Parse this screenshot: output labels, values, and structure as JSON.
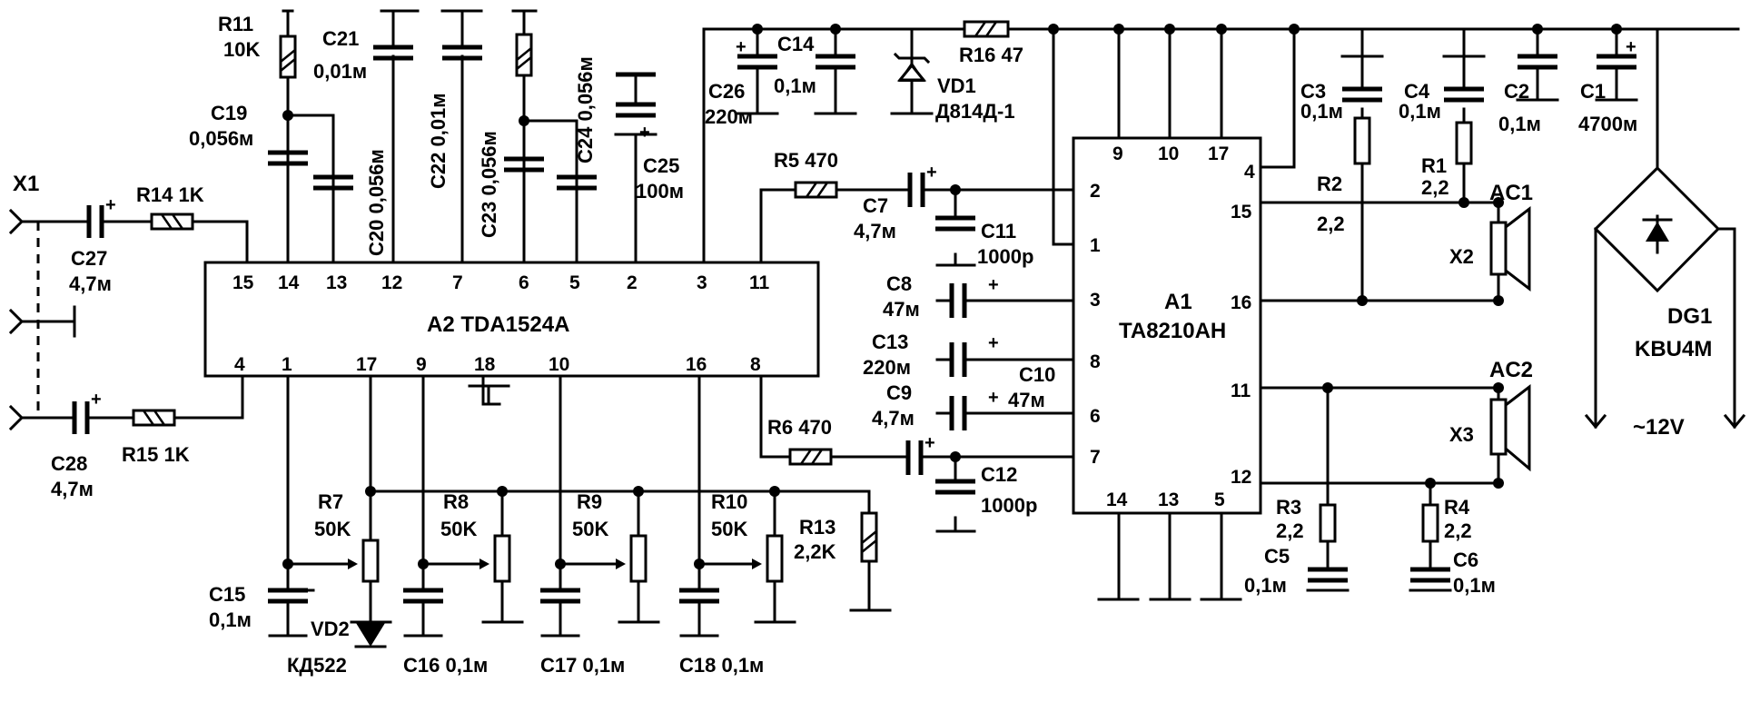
{
  "ic_a2": {
    "label": "A2 TDA1524A",
    "top_pins": [
      "15",
      "14",
      "13",
      "12",
      "7",
      "6",
      "5",
      "2",
      "3",
      "11"
    ],
    "bottom_pins": [
      "4",
      "1",
      "17",
      "9",
      "18",
      "10",
      "16",
      "8"
    ]
  },
  "ic_a1": {
    "label_1": "A1",
    "label_2": "TA8210AH",
    "top_pins": [
      "9",
      "10",
      "17",
      "4"
    ],
    "left_pins": [
      "2",
      "1",
      "3",
      "8",
      "6",
      "7"
    ],
    "right_pins": [
      "15",
      "16",
      "11",
      "12"
    ],
    "bottom_pins": [
      "14",
      "13",
      "5"
    ]
  },
  "connectors": {
    "x1": "X1",
    "x2": "X2",
    "x3": "X3",
    "ac1": "AC1",
    "ac2": "AC2",
    "dg1_1": "DG1",
    "dg1_2": "KBU4M",
    "supply": "~12V"
  },
  "resistors": {
    "r1": [
      "R1",
      "2,2"
    ],
    "r2": [
      "R2",
      "2,2"
    ],
    "r3": [
      "R3",
      "2,2"
    ],
    "r4": [
      "R4",
      "2,2"
    ],
    "r5": "R5 470",
    "r6": "R6 470",
    "r7": [
      "R7",
      "50K"
    ],
    "r8": [
      "R8",
      "50K"
    ],
    "r9": [
      "R9",
      "50K"
    ],
    "r10": [
      "R10",
      "50K"
    ],
    "r11": [
      "R11",
      "10K"
    ],
    "r13": [
      "R13",
      "2,2K"
    ],
    "r14": "R14 1K",
    "r15": "R15 1K",
    "r16": "R16 47"
  },
  "capacitors": {
    "c1": [
      "C1",
      "4700м"
    ],
    "c2": [
      "C2",
      "0,1м"
    ],
    "c3": [
      "C3",
      "0,1м"
    ],
    "c4": [
      "C4",
      "0,1м"
    ],
    "c5": [
      "C5",
      "0,1м"
    ],
    "c6": [
      "C6",
      "0,1м"
    ],
    "c7": [
      "C7",
      "4,7м"
    ],
    "c8": [
      "C8",
      "47м"
    ],
    "c9": [
      "C9",
      "4,7м"
    ],
    "c10": [
      "C10",
      "47м"
    ],
    "c11": [
      "C11",
      "1000p"
    ],
    "c12": [
      "C12",
      "1000p"
    ],
    "c13": [
      "C13",
      "220м"
    ],
    "c14": [
      "C14",
      "0,1м"
    ],
    "c15": [
      "C15",
      "0,1м"
    ],
    "c16": "C16 0,1м",
    "c17": "C17 0,1м",
    "c18": "C18 0,1м",
    "c19": [
      "C19",
      "0,056м"
    ],
    "c20": "C20 0,056м",
    "c21": [
      "C21",
      "0,01м"
    ],
    "c22": "C22 0,01м",
    "c23": "C23 0,056м",
    "c24": "C24 0,056м",
    "c25": [
      "C25",
      "100м"
    ],
    "c26": [
      "C26",
      "220м"
    ],
    "c27": [
      "C27",
      "4,7м"
    ],
    "c28": [
      "C28",
      "4,7м"
    ]
  },
  "diodes": {
    "vd1": [
      "VD1",
      "Д814Д-1"
    ],
    "vd2": [
      "VD2",
      "КД522"
    ]
  },
  "symbols": {
    "plus": "+"
  }
}
